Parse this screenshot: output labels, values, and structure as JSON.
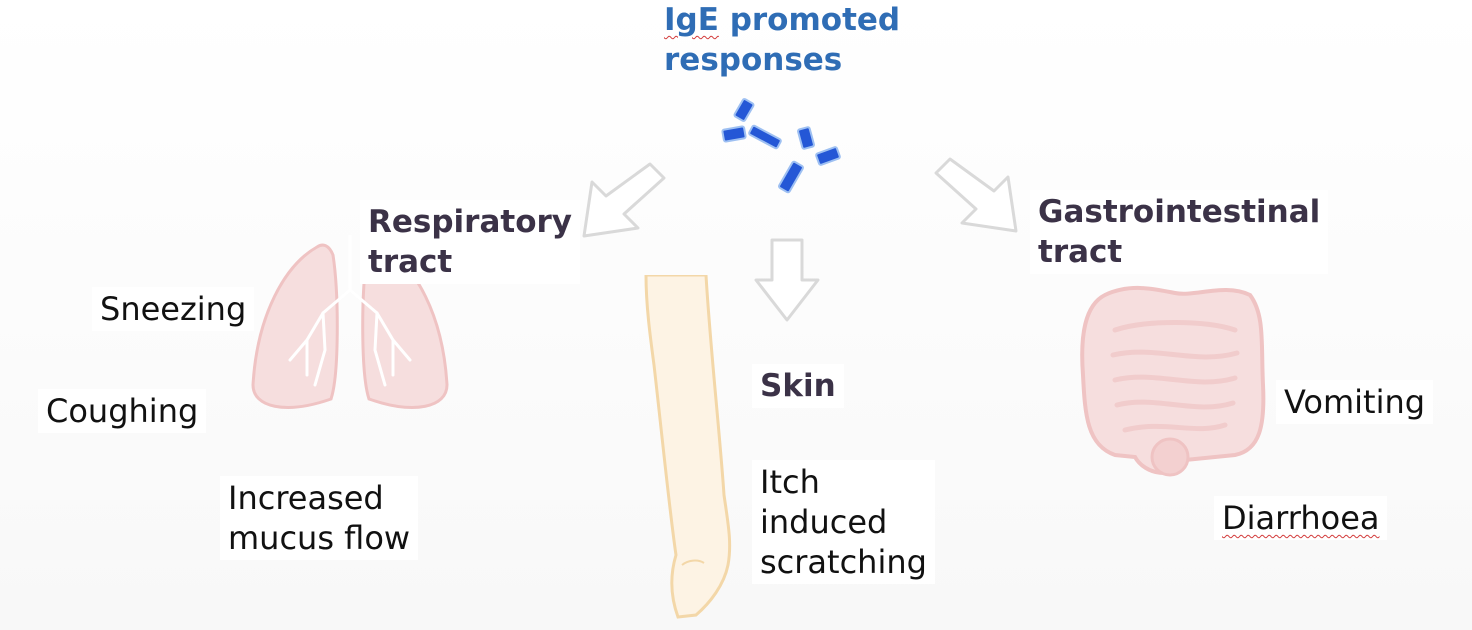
{
  "title": {
    "prefix": "IgE",
    "rest": " promoted\nresponses"
  },
  "branches": {
    "respiratory": {
      "label": "Respiratory\ntract",
      "symptoms": [
        "Sneezing",
        "Coughing",
        "Increased\nmucus flow"
      ]
    },
    "skin": {
      "label": "Skin",
      "symptoms": [
        "Itch\ninduced\nscratching"
      ]
    },
    "gastrointestinal": {
      "label": "Gastrointestinal\ntract",
      "symptoms": [
        "Vomiting",
        "Diarrhoea"
      ]
    }
  },
  "colors": {
    "title": "#2f6db5",
    "section_label": "#3b3247",
    "symptom_text": "#111111",
    "antibody": "#2457d6",
    "arrow_outline": "#d9d9d9",
    "organ_fill": "#f6dede",
    "organ_stroke": "#efc3c3",
    "arm_fill": "#fdf3e4",
    "arm_stroke": "#f3d7a8"
  },
  "icons": [
    "antibody-icon",
    "lungs-icon",
    "arm-icon",
    "intestines-icon",
    "arrow-icon"
  ]
}
